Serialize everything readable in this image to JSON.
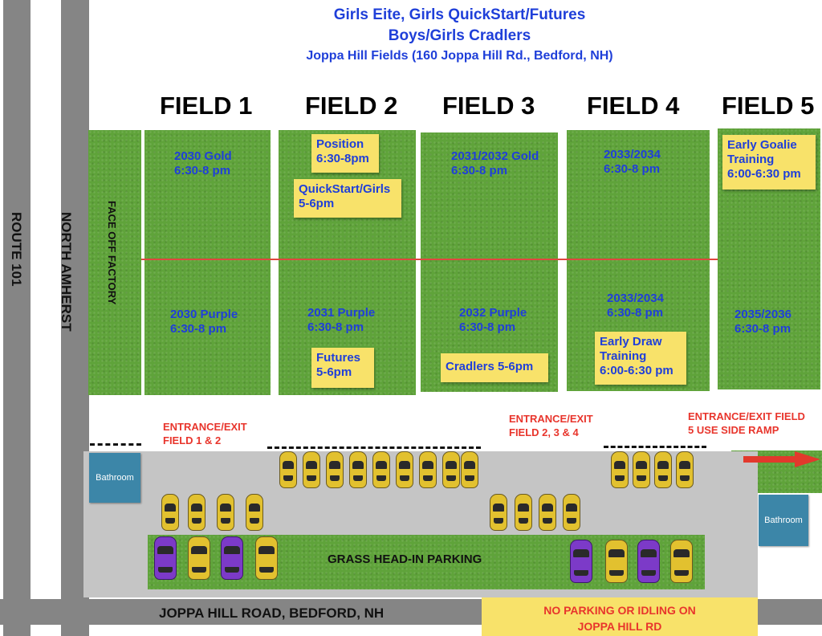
{
  "header": {
    "line1": "Girls Eite, Girls QuickStart/Futures",
    "line2": "Boys/Girls Cradlers",
    "line3": "Joppa Hill Fields (160 Joppa Hill Rd., Bedford, NH)"
  },
  "roads": {
    "route": "ROUTE 101",
    "north": "NORTH AMHERST",
    "joppa": "JOPPA HILL ROAD, BEDFORD, NH"
  },
  "fields": {
    "f1": {
      "title": "FIELD 1",
      "top": "2030 Gold\n6:30-8 pm",
      "bottom": "2030 Purple\n6:30-8 pm"
    },
    "f2": {
      "title": "FIELD 2",
      "position": "Position\n6:30-8pm",
      "quickstart": "QuickStart/Girls\n5-6pm",
      "bottom": "2031 Purple\n6:30-8 pm",
      "futures": "Futures\n5-6pm"
    },
    "f3": {
      "title": "FIELD 3",
      "top": "2031/2032 Gold\n6:30-8 pm",
      "bottom": "2032 Purple\n6:30-8 pm",
      "cradlers": "Cradlers 5-6pm"
    },
    "f4": {
      "title": "FIELD 4",
      "top": "2033/2034\n6:30-8 pm",
      "bottom": "2033/2034\n6:30-8 pm",
      "draw": "Early Draw\nTraining\n6:00-6:30 pm"
    },
    "f5": {
      "title": "FIELD 5",
      "goalie": "Early Goalie\nTraining\n6:00-6:30 pm",
      "bottom": "2035/2036\n6:30-8 pm"
    }
  },
  "faceoff": "FACE OFF FACTORY",
  "entrances": {
    "e1": "ENTRANCE/EXIT\nFIELD 1 & 2",
    "e2": "ENTRANCE/EXIT\nFIELD 2, 3 & 4",
    "e3": "ENTRANCE/EXIT FIELD\n5 USE SIDE RAMP"
  },
  "parking": {
    "grass": "GRASS HEAD-IN PARKING",
    "bathroom": "Bathroom",
    "notice": "NO PARKING OR IDLING ON\nJOPPA HILL RD"
  },
  "colors": {
    "field_text": "#1f3fd9",
    "entrance_text": "#e8352c",
    "grass": "#5fa33a",
    "sticky": "#f8e26a",
    "road": "#858585"
  }
}
